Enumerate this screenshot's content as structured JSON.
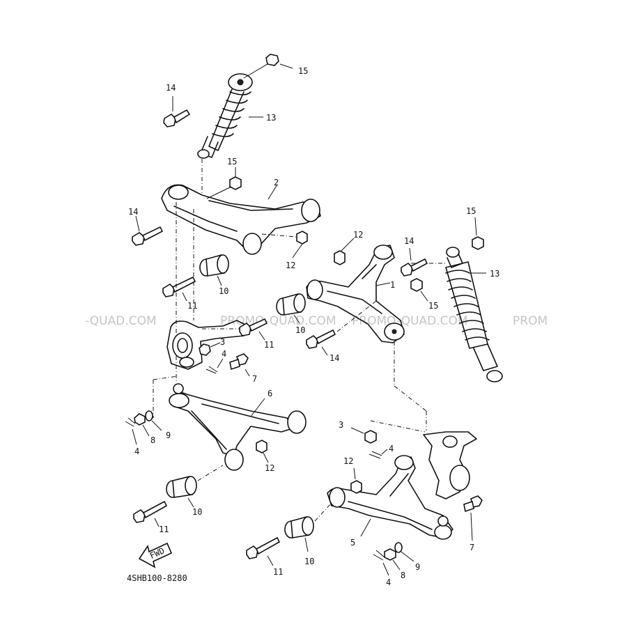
{
  "watermark": {
    "left": "-QUAD.COM",
    "mid1": "PROMO-QUAD.COM",
    "mid2": "PROMO-QUAD.COM",
    "right": "PROM"
  },
  "part_code": "4SHB100-8280",
  "fwd_label": "FWD",
  "callouts": {
    "c1": "1",
    "c2": "2",
    "c3a": "3",
    "c3b": "3",
    "c4a": "4",
    "c4b": "4",
    "c4c": "4",
    "c4d": "4",
    "c5": "5",
    "c6": "6",
    "c7a": "7",
    "c7b": "7",
    "c8a": "8",
    "c8b": "8",
    "c9a": "9",
    "c9b": "9",
    "c10a": "10",
    "c10b": "10",
    "c10c": "10",
    "c10d": "10",
    "c11a": "11",
    "c11b": "11",
    "c11c": "11",
    "c11d": "11",
    "c12a": "12",
    "c12b": "12",
    "c12c": "12",
    "c12d": "12",
    "c13a": "13",
    "c13b": "13",
    "c14a": "14",
    "c14b": "14",
    "c14c": "14",
    "c14d": "14",
    "c15a": "15",
    "c15b": "15",
    "c15c": "15",
    "c15d": "15"
  }
}
